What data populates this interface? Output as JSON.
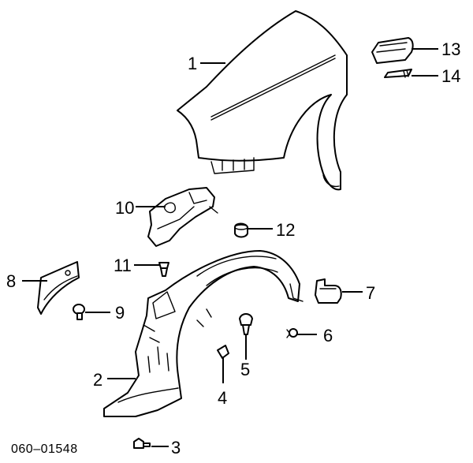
{
  "figure_code": "060–01548",
  "parts": [
    {
      "id": "1",
      "label": "1"
    },
    {
      "id": "2",
      "label": "2"
    },
    {
      "id": "3",
      "label": "3"
    },
    {
      "id": "4",
      "label": "4"
    },
    {
      "id": "5",
      "label": "5"
    },
    {
      "id": "6",
      "label": "6"
    },
    {
      "id": "7",
      "label": "7"
    },
    {
      "id": "8",
      "label": "8"
    },
    {
      "id": "9",
      "label": "9"
    },
    {
      "id": "10",
      "label": "10"
    },
    {
      "id": "11",
      "label": "11"
    },
    {
      "id": "12",
      "label": "12"
    },
    {
      "id": "13",
      "label": "13"
    },
    {
      "id": "14",
      "label": "14"
    }
  ],
  "colors": {
    "line": "#000000",
    "background": "#ffffff"
  }
}
